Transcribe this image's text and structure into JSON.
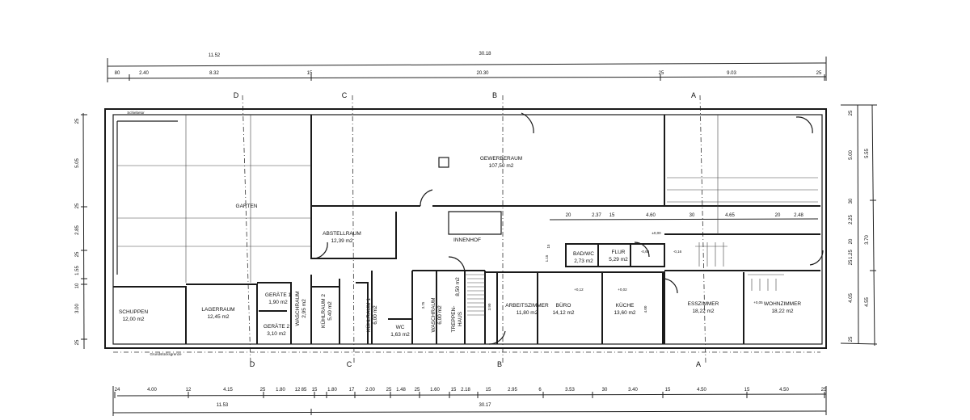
{
  "dimensions": {
    "top_overall": [
      "11.52",
      "30.18"
    ],
    "top_detail": [
      "80",
      "2.40",
      "8.32",
      "15",
      "20.30",
      "25",
      "9.03",
      "25"
    ],
    "bottom_detail": [
      "24",
      "4.00",
      "12",
      "4.15",
      "25",
      "1.80",
      "12",
      "85",
      "15",
      "1.80",
      "17",
      "2.00",
      "25",
      "1.48",
      "25",
      "1.60",
      "15",
      "2.18",
      "15",
      "2.95",
      "6",
      "3.53",
      "30",
      "3.40",
      "15",
      "4.50",
      "15",
      "4.50",
      "25"
    ],
    "bottom_overall": [
      "11.53",
      "30.17"
    ],
    "left": [
      "25",
      "5.05",
      "25",
      "2.85",
      "25",
      "1.55",
      "10",
      "3.00",
      "25"
    ],
    "right_detail": [
      "25",
      "5.00",
      "30",
      "2.25",
      "20",
      "1.25",
      "25",
      "4.05",
      "25"
    ],
    "right_overall": [
      "5.55",
      "3.70",
      "4.55"
    ],
    "inner": [
      "20",
      "2.37",
      "15",
      "4.60",
      "30",
      "4.65",
      "20",
      "2.48"
    ],
    "misc": [
      "3.75",
      "3.90",
      "4.00",
      "1.15",
      "15"
    ]
  },
  "sections": {
    "top": [
      "D",
      "C",
      "B",
      "A"
    ],
    "bottom": [
      "D",
      "C",
      "B",
      "A"
    ]
  },
  "rooms": [
    {
      "name": "GARTEN",
      "area": ""
    },
    {
      "name": "GEWERBERAUM",
      "area": "107,50 m2"
    },
    {
      "name": "ABSTELLRAUM",
      "area": "12,39 m2"
    },
    {
      "name": "INNENHOF",
      "area": ""
    },
    {
      "name": "SCHUPPEN",
      "area": "12,00 m2"
    },
    {
      "name": "LAGERRAUM",
      "area": "12,45 m2"
    },
    {
      "name": "GERÄTE 1",
      "area": "1,90 m2"
    },
    {
      "name": "GERÄTE 2",
      "area": "3,10 m2"
    },
    {
      "name": "ARBEITSZIMMER",
      "area": "11,80 m2"
    },
    {
      "name": "BÜRO",
      "area": "14,12 m2"
    },
    {
      "name": "KÜCHE",
      "area": "13,60 m2"
    },
    {
      "name": "ESSZIMMER",
      "area": "18,22 m2"
    },
    {
      "name": "WOHNZIMMER",
      "area": "18,22 m2"
    },
    {
      "name": "BAD/WC",
      "area": "2,73 m2"
    },
    {
      "name": "FLUR",
      "area": "5,29 m2"
    },
    {
      "name": "WC",
      "area": "1,63 m2"
    }
  ],
  "vertical_rooms": [
    {
      "name": "WASCHRAUM",
      "area": "2,95 m2"
    },
    {
      "name": "KÜHLRAUM 2",
      "area": "5,40 m2"
    },
    {
      "name": "KÜHLRAUM 1",
      "area": "6,00 m2"
    },
    {
      "name": "WASCHRAUM",
      "area": "6,00 m2"
    },
    {
      "name": "TREPPEN-",
      "area": "HAUS"
    },
    {
      "name": "8,50 m2",
      "area": ""
    }
  ],
  "levels": [
    "±0,00",
    "-0,68",
    "-0,16",
    "+0,12",
    "+0,02",
    "+0,05"
  ],
  "notes": {
    "boundary": "Grundstücksgrenze",
    "gate": "Schiebetor"
  }
}
